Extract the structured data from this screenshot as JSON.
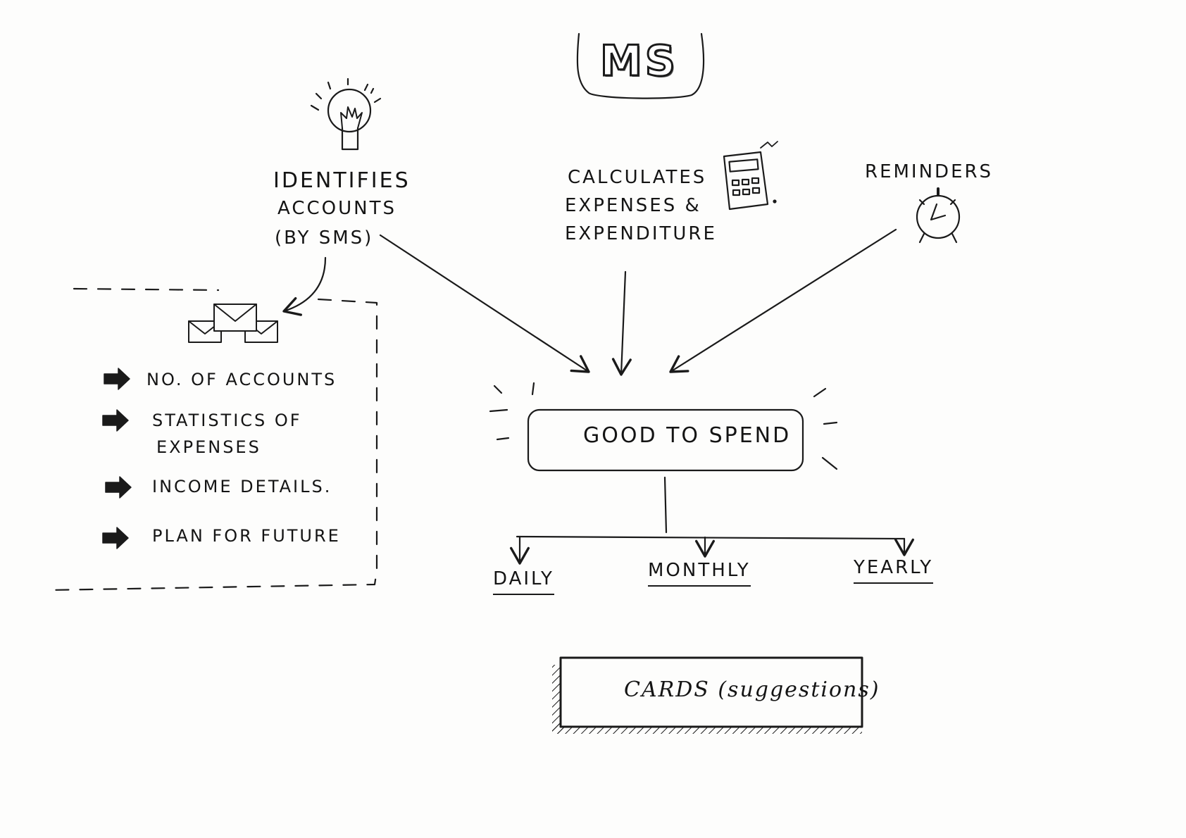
{
  "logo": {
    "text": "MS"
  },
  "features": {
    "identifies": {
      "line1": "IDENTIFIES",
      "line2": "ACCOUNTS",
      "line3": "(BY SMS)"
    },
    "calculates": {
      "line1": "CALCULATES",
      "line2": "EXPENSES &",
      "line3": "EXPENDITURE"
    },
    "reminders": {
      "line1": "REMINDERS"
    }
  },
  "accounts_panel": {
    "items": [
      {
        "line1": "No. OF ACCOUNTS",
        "line2": ""
      },
      {
        "line1": "STATISTICS OF",
        "line2": "EXPENSES"
      },
      {
        "line1": "INCOME DETAILS.",
        "line2": ""
      },
      {
        "line1": "PLAN FOR FUTURE",
        "line2": ""
      }
    ]
  },
  "central": {
    "label": "GOOD TO SPEND"
  },
  "periods": {
    "daily": "DAILY",
    "monthly": "MONTHLY",
    "yearly": "YEARLY"
  },
  "cards": {
    "label": "CARDS (suggestions)"
  }
}
